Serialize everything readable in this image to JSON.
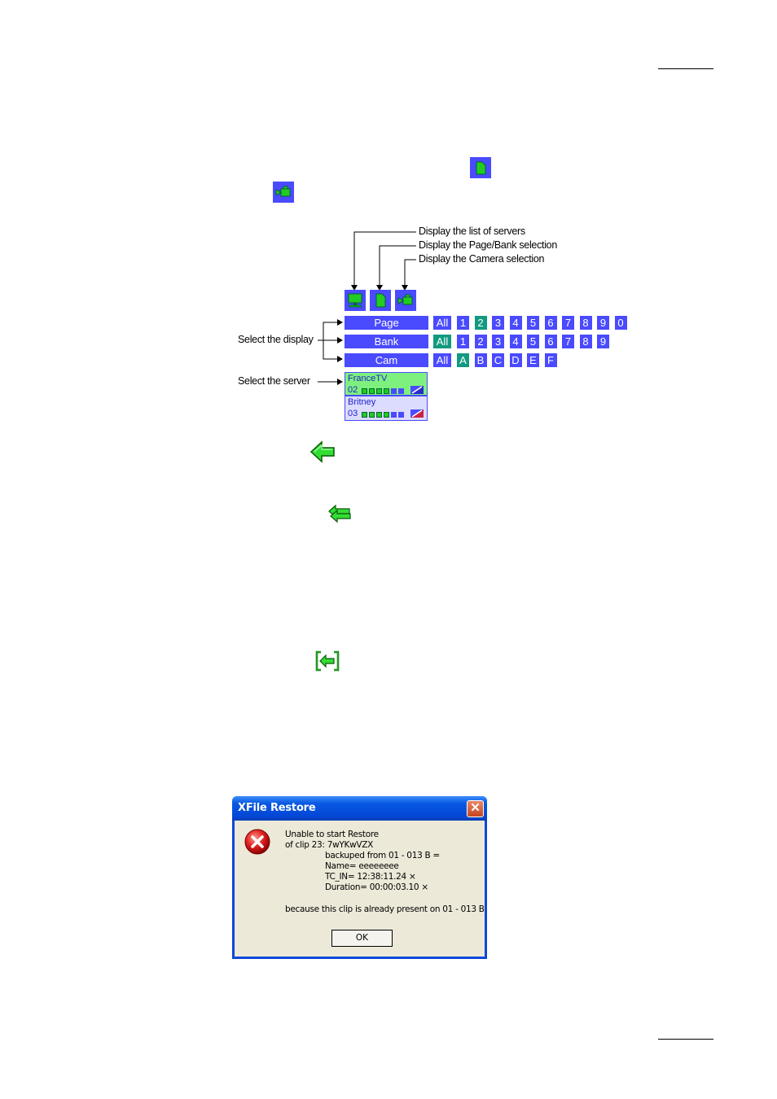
{
  "diagram": {
    "callouts": {
      "servers": "Display the list of servers",
      "page_bank": "Display the Page/Bank selection",
      "camera": "Display the Camera selection",
      "select_display": "Select the display",
      "select_server": "Select the server"
    },
    "rows": [
      {
        "label": "Page",
        "cells": [
          "All",
          "1",
          "2",
          "3",
          "4",
          "5",
          "6",
          "7",
          "8",
          "9",
          "0"
        ],
        "selected": "2"
      },
      {
        "label": "Bank",
        "cells": [
          "All",
          "1",
          "2",
          "3",
          "4",
          "5",
          "6",
          "7",
          "8",
          "9"
        ],
        "selected": "All"
      },
      {
        "label": "Cam",
        "cells": [
          "All",
          "A",
          "B",
          "C",
          "D",
          "E",
          "F"
        ],
        "selected": "A"
      }
    ],
    "servers": [
      {
        "name": "FranceTV",
        "number": "02"
      },
      {
        "name": "Britney",
        "number": "03"
      }
    ]
  },
  "icons": {
    "page_icon": "page-icon",
    "camera_icon": "camera-icon",
    "monitor_icon": "monitor-icon",
    "restore_arrow": "green-left-arrow-icon",
    "restore_all": "green-multi-arrow-icon",
    "restore_frame": "green-bracket-arrow-icon",
    "error": "error-icon"
  },
  "dialog": {
    "title": "XFile Restore",
    "close": "✕",
    "lines": [
      "Unable to start Restore",
      "of clip 23: 7wYKwVZX",
      "backuped from  01 - 013 B =",
      "Name= eeeeeeee",
      "TC_IN= 12:38:11.24 ×",
      "Duration= 00:00:03.10 ×",
      "because this clip is already present on 01 - 013 B"
    ],
    "ok_label": "OK"
  },
  "colors": {
    "accent_blue": "#4a4aff",
    "selected_teal": "#119a80",
    "led_green": "#22cc22",
    "server_bg_selected": "#7ef07e",
    "server_bg": "#dcdcff"
  }
}
